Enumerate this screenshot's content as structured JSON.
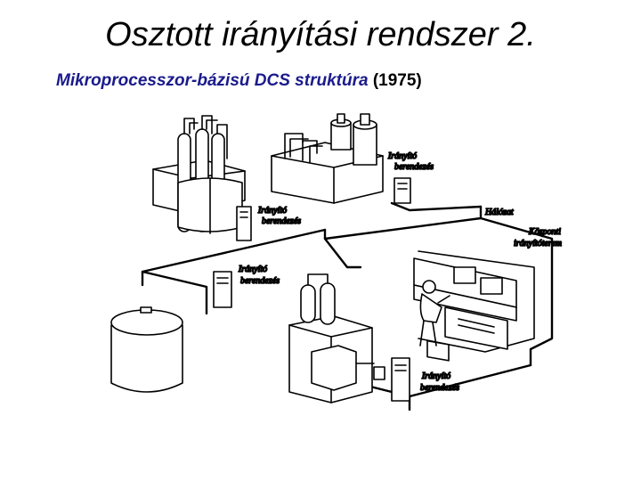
{
  "slide": {
    "title": "Osztott irányítási rendszer 2.",
    "subtitle_main": "Mikroprocesszor-bázisú DCS struktúra",
    "subtitle_year": "(1975)"
  },
  "diagram": {
    "labels": {
      "controller_top_right": [
        "Irányító",
        "berendezés"
      ],
      "controller_left": [
        "Irányító",
        "berendezés"
      ],
      "controller_middle": [
        "Irányító",
        "berendezés"
      ],
      "controller_bottom": [
        "Irányító",
        "berendezés"
      ],
      "network": "Hálózat",
      "control_room": [
        "Központi",
        "irányítóterem"
      ]
    }
  }
}
